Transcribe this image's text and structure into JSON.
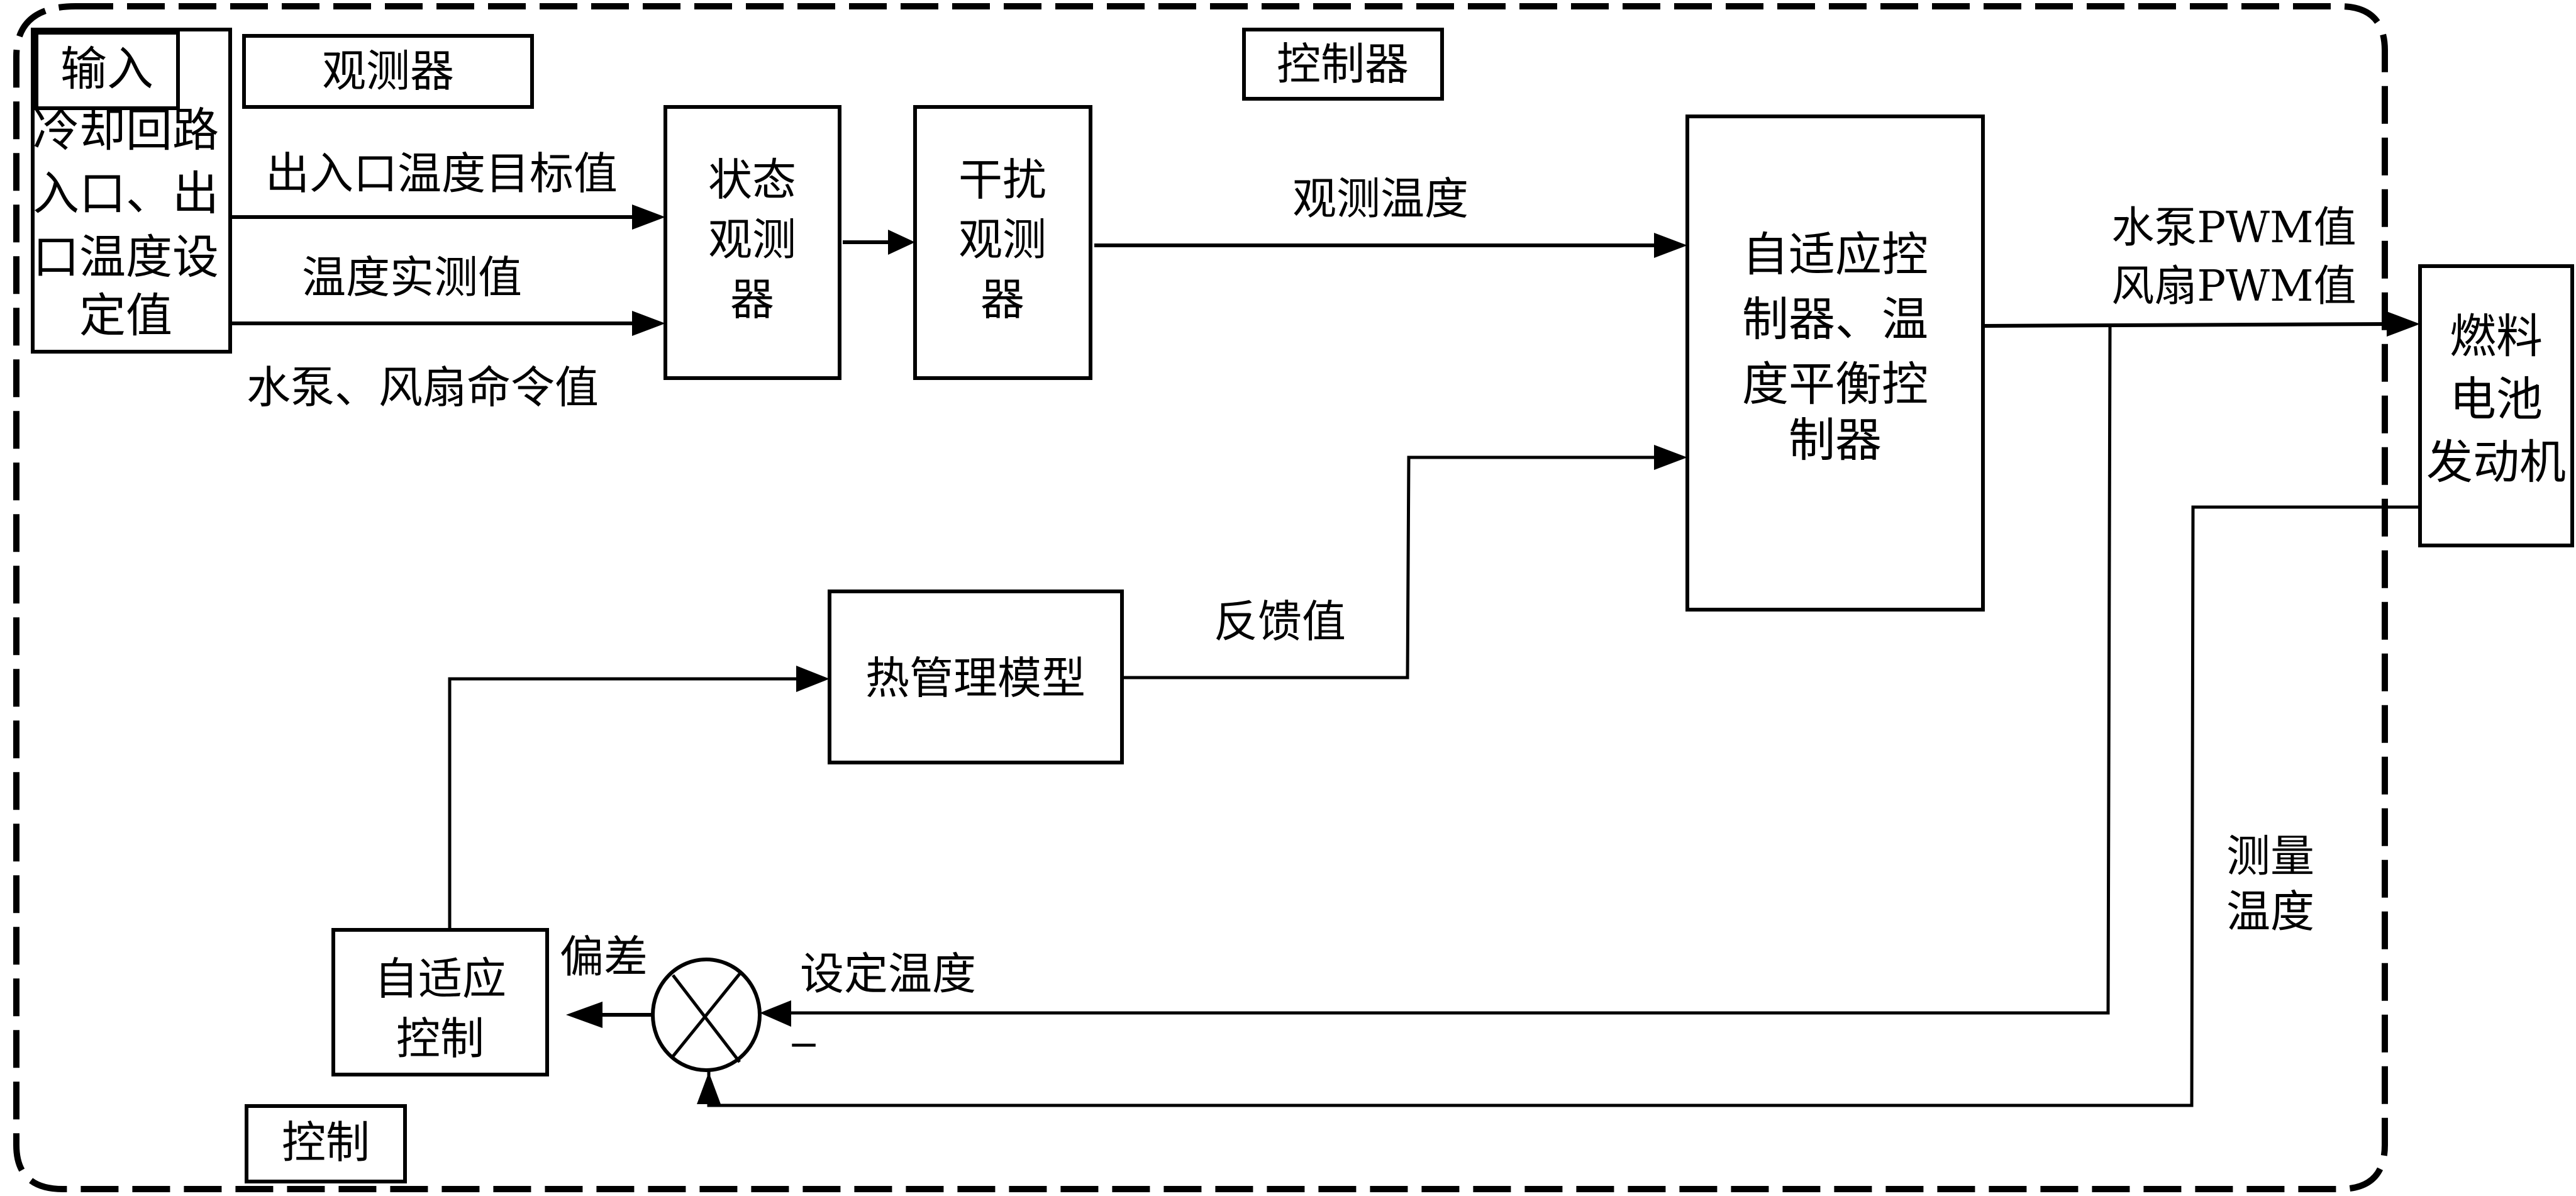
{
  "diagram": {
    "colors": {
      "stroke": "#000000",
      "background": "#ffffff"
    },
    "section_labels": {
      "input": "输入",
      "observer": "观测器",
      "controller": "控制器",
      "control": "控制"
    },
    "blocks": {
      "input_setpoint": [
        "冷却回路",
        "入口、出",
        "口温度设",
        "定值"
      ],
      "state_observer": [
        "状态",
        "观测",
        "器"
      ],
      "disturbance_observer": [
        "干扰",
        "观测",
        "器"
      ],
      "adaptive_controller": [
        "自适应控",
        "制器、温",
        "度平衡控",
        "制器"
      ],
      "fuel_cell_engine": [
        "燃料",
        "电池",
        "发动机"
      ],
      "thermal_model": "热管理模型",
      "adaptive_control": [
        "自适应",
        "控制"
      ]
    },
    "signals": {
      "target_temp": "出入口温度目标值",
      "measured_temp_value": "温度实测值",
      "pump_fan_command": "水泵、风扇命令值",
      "observed_temp": "观测温度",
      "pump_pwm": "水泵PWM值",
      "fan_pwm": "风扇PWM值",
      "feedback": "反馈值",
      "measured_temp": [
        "测量",
        "温度"
      ],
      "set_temp": "设定温度",
      "deviation": "偏差",
      "minus_sign": "−"
    }
  }
}
